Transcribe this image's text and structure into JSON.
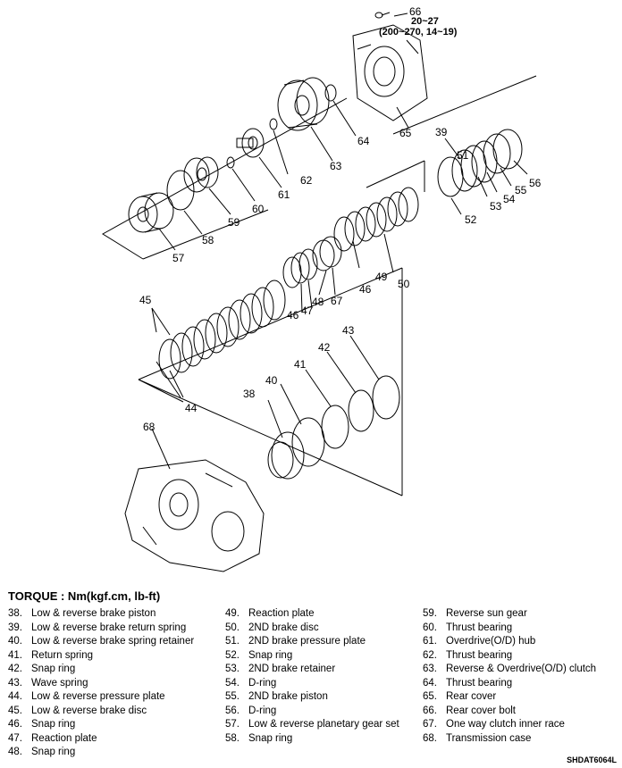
{
  "torque_spec": {
    "value": "20~27",
    "alt": "(200~270, 14~19)"
  },
  "torque_title": "TORQUE : Nm(kgf.cm, lb-ft)",
  "callouts": [
    "38",
    "39",
    "40",
    "41",
    "42",
    "43",
    "44",
    "45",
    "46",
    "47",
    "48",
    "49",
    "50",
    "51",
    "52",
    "53",
    "54",
    "55",
    "56",
    "57",
    "58",
    "59",
    "60",
    "61",
    "62",
    "63",
    "64",
    "65",
    "66",
    "67",
    "68"
  ],
  "legend": {
    "col1": [
      {
        "num": "38.",
        "label": "Low & reverse brake piston"
      },
      {
        "num": "39.",
        "label": "Low & reverse brake return spring"
      },
      {
        "num": "40.",
        "label": "Low & reverse brake spring retainer"
      },
      {
        "num": "41.",
        "label": "Return spring"
      },
      {
        "num": "42.",
        "label": "Snap ring"
      },
      {
        "num": "43.",
        "label": "Wave spring"
      },
      {
        "num": "44.",
        "label": "Low & reverse pressure plate"
      },
      {
        "num": "45.",
        "label": "Low & reverse brake disc"
      },
      {
        "num": "46.",
        "label": "Snap ring"
      },
      {
        "num": "47.",
        "label": "Reaction plate"
      },
      {
        "num": "48.",
        "label": "Snap ring"
      }
    ],
    "col2": [
      {
        "num": "49.",
        "label": "Reaction plate"
      },
      {
        "num": "50.",
        "label": "2ND brake disc"
      },
      {
        "num": "51.",
        "label": "2ND brake pressure plate"
      },
      {
        "num": "52.",
        "label": "Snap ring"
      },
      {
        "num": "53.",
        "label": "2ND brake retainer"
      },
      {
        "num": "54.",
        "label": "D-ring"
      },
      {
        "num": "55.",
        "label": "2ND brake piston"
      },
      {
        "num": "56.",
        "label": "D-ring"
      },
      {
        "num": "57.",
        "label": "Low & reverse planetary gear set"
      },
      {
        "num": "58.",
        "label": "Snap ring"
      }
    ],
    "col3": [
      {
        "num": "59.",
        "label": "Reverse sun gear"
      },
      {
        "num": "60.",
        "label": "Thrust bearing"
      },
      {
        "num": "61.",
        "label": "Overdrive(O/D) hub"
      },
      {
        "num": "62.",
        "label": "Thrust bearing"
      },
      {
        "num": "63.",
        "label": "Reverse & Overdrive(O/D) clutch"
      },
      {
        "num": "64.",
        "label": "Thrust bearing"
      },
      {
        "num": "65.",
        "label": "Rear cover"
      },
      {
        "num": "66.",
        "label": "Rear cover bolt"
      },
      {
        "num": "67.",
        "label": "One way clutch inner race"
      },
      {
        "num": "68.",
        "label": "Transmission case"
      }
    ]
  },
  "drawing_code": "SHDAT6064L"
}
